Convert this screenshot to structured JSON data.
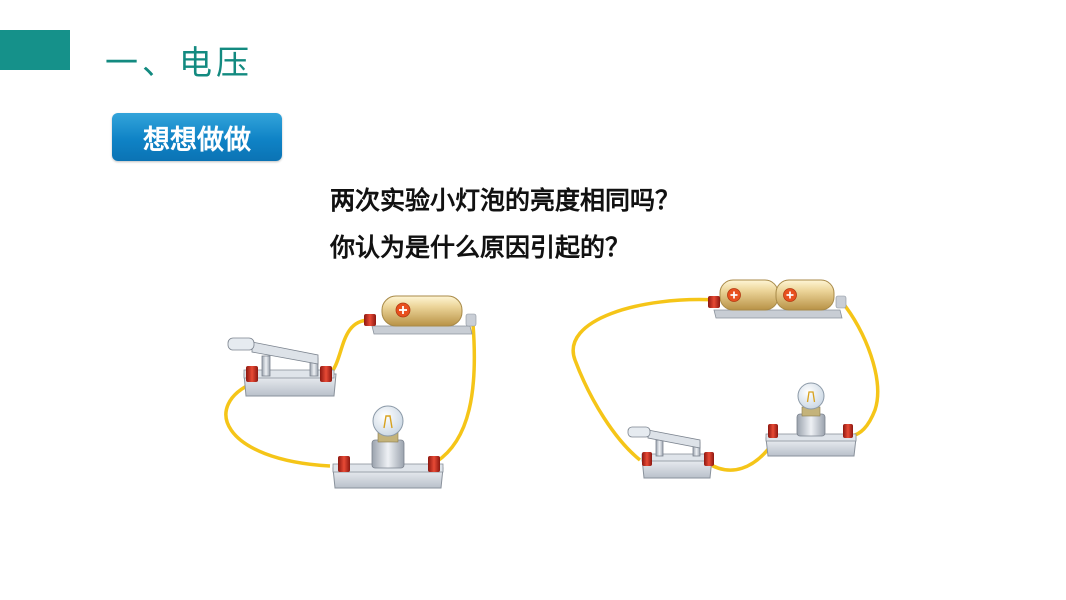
{
  "header": {
    "section_title": "一、电压",
    "accent_color": "#15918a"
  },
  "badge": {
    "label": "想想做做",
    "color": "#1a8fd0"
  },
  "questions": [
    "两次实验小灯泡的亮度相同吗？",
    "你认为是什么原因引起的？"
  ],
  "diagram": {
    "left_circuit": {
      "battery_count": 1
    },
    "right_circuit": {
      "battery_count": 2
    },
    "wire_color": "#f5c518",
    "terminal_color": "#d42a1e",
    "battery_symbol": "plus-icon"
  }
}
